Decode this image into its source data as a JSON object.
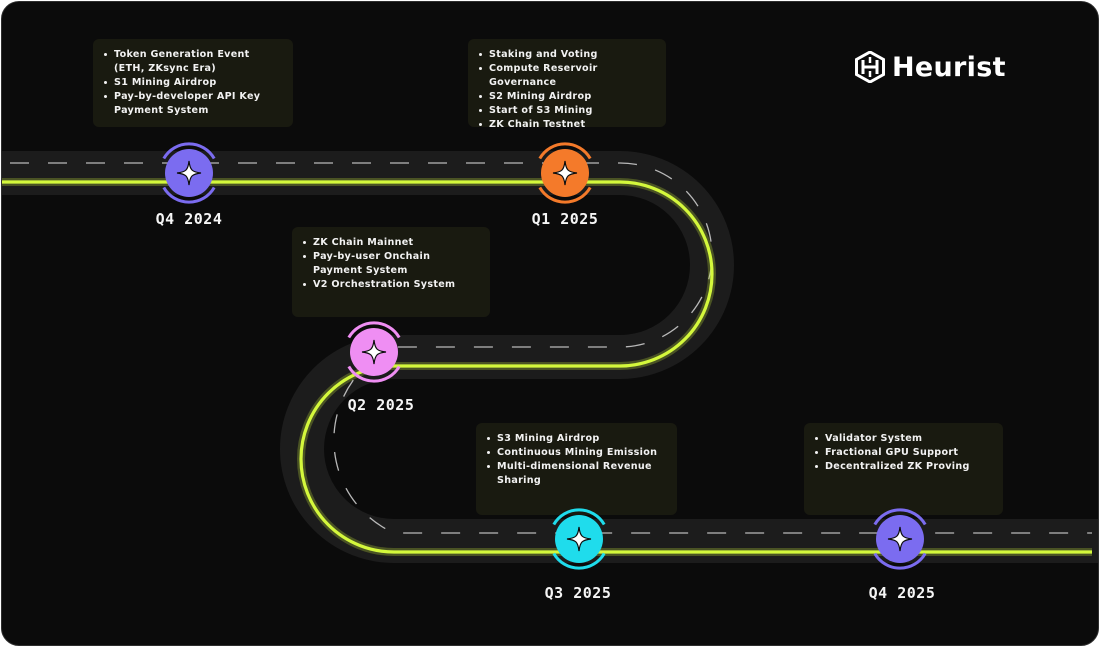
{
  "brand": {
    "name": "Heurist",
    "icon": "heurist-logo-icon"
  },
  "colors": {
    "background": "#0b0b0b",
    "road": "#1c1c1c",
    "path": "#d4f83c",
    "card": "#191a10",
    "q4_2024": "#7b6cf0",
    "q1_2025": "#f47a2a",
    "q2_2025": "#ef8ef3",
    "q3_2025": "#1fdcec",
    "q4_2025": "#7b6cf0"
  },
  "milestones": [
    {
      "quarter": "Q4 2024",
      "items": [
        "Token Generation Event (ETH, ZKsync Era)",
        "S1 Mining Airdrop",
        "Pay-by-developer API Key Payment System"
      ]
    },
    {
      "quarter": "Q1 2025",
      "items": [
        "Staking and Voting",
        "Compute Reservoir Governance",
        "S2 Mining Airdrop",
        "Start of S3 Mining",
        "ZK Chain Testnet"
      ]
    },
    {
      "quarter": "Q2 2025",
      "items": [
        "ZK Chain Mainnet",
        "Pay-by-user Onchain Payment System",
        "V2 Orchestration System"
      ]
    },
    {
      "quarter": "Q3 2025",
      "items": [
        "S3 Mining Airdrop",
        "Continuous Mining Emission",
        "Multi-dimensional Revenue Sharing"
      ]
    },
    {
      "quarter": "Q4 2025",
      "items": [
        "Validator System",
        "Fractional GPU Support",
        "Decentralized ZK Proving"
      ]
    }
  ]
}
